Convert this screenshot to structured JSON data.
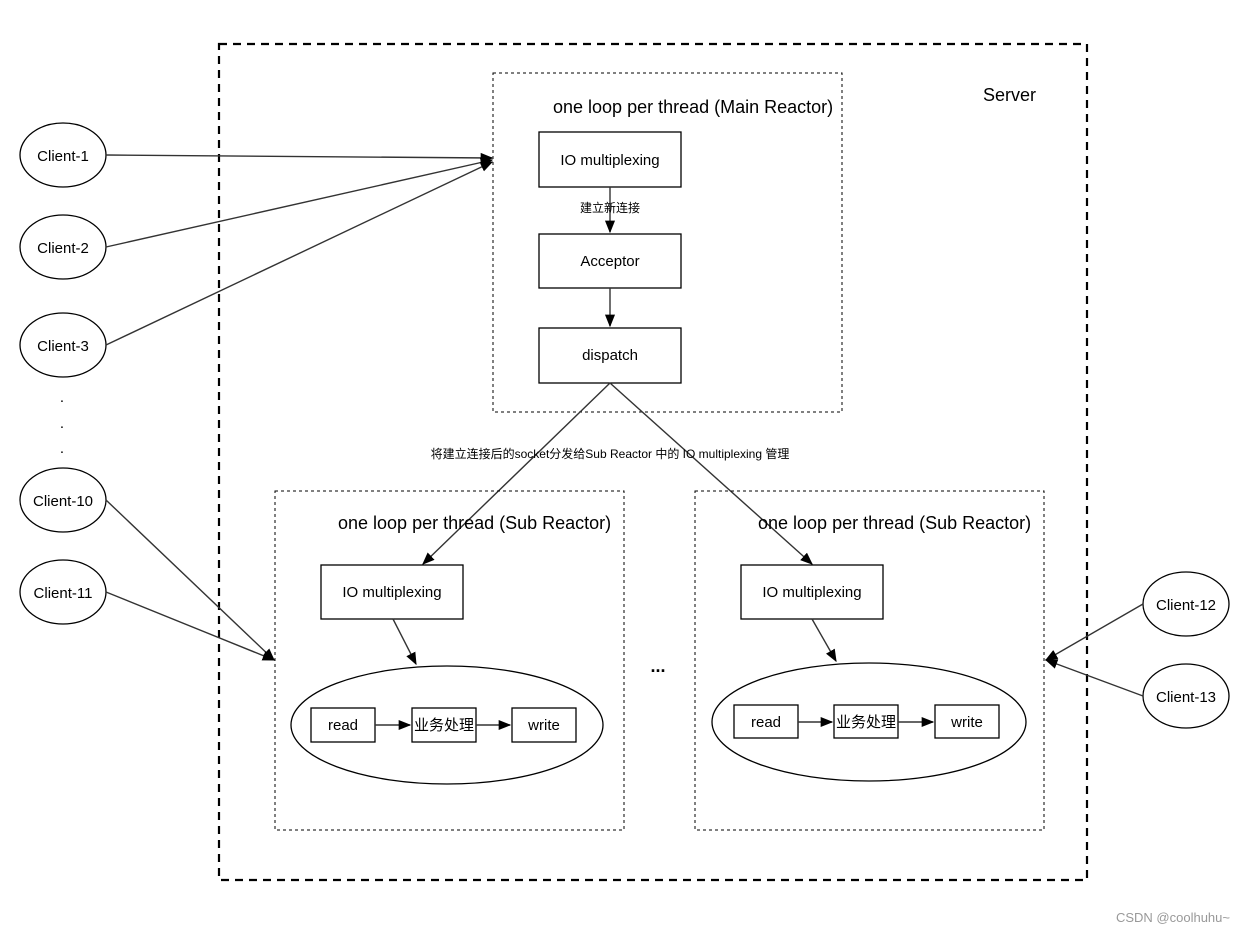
{
  "server": {
    "label": "Server"
  },
  "main_reactor": {
    "title": "one loop per thread (Main Reactor)",
    "io": "IO multiplexing",
    "edge_label": "建立新连接",
    "acceptor": "Acceptor",
    "dispatch": "dispatch"
  },
  "dispatch_note": "将建立连接后的socket分发给Sub Reactor 中的 IO multiplexing 管理",
  "sub_reactors": [
    {
      "title": "one loop per thread (Sub Reactor)",
      "io": "IO multiplexing",
      "read": "read",
      "process": "业务处理",
      "write": "write"
    },
    {
      "title": "one loop per thread (Sub Reactor)",
      "io": "IO multiplexing",
      "read": "read",
      "process": "业务处理",
      "write": "write"
    }
  ],
  "ellipsis_between": "...",
  "clients_left": [
    "Client-1",
    "Client-2",
    "Client-3",
    "Client-10",
    "Client-11"
  ],
  "clients_right": [
    "Client-12",
    "Client-13"
  ],
  "vertical_dots": ".",
  "watermark": "CSDN @coolhuhu~"
}
